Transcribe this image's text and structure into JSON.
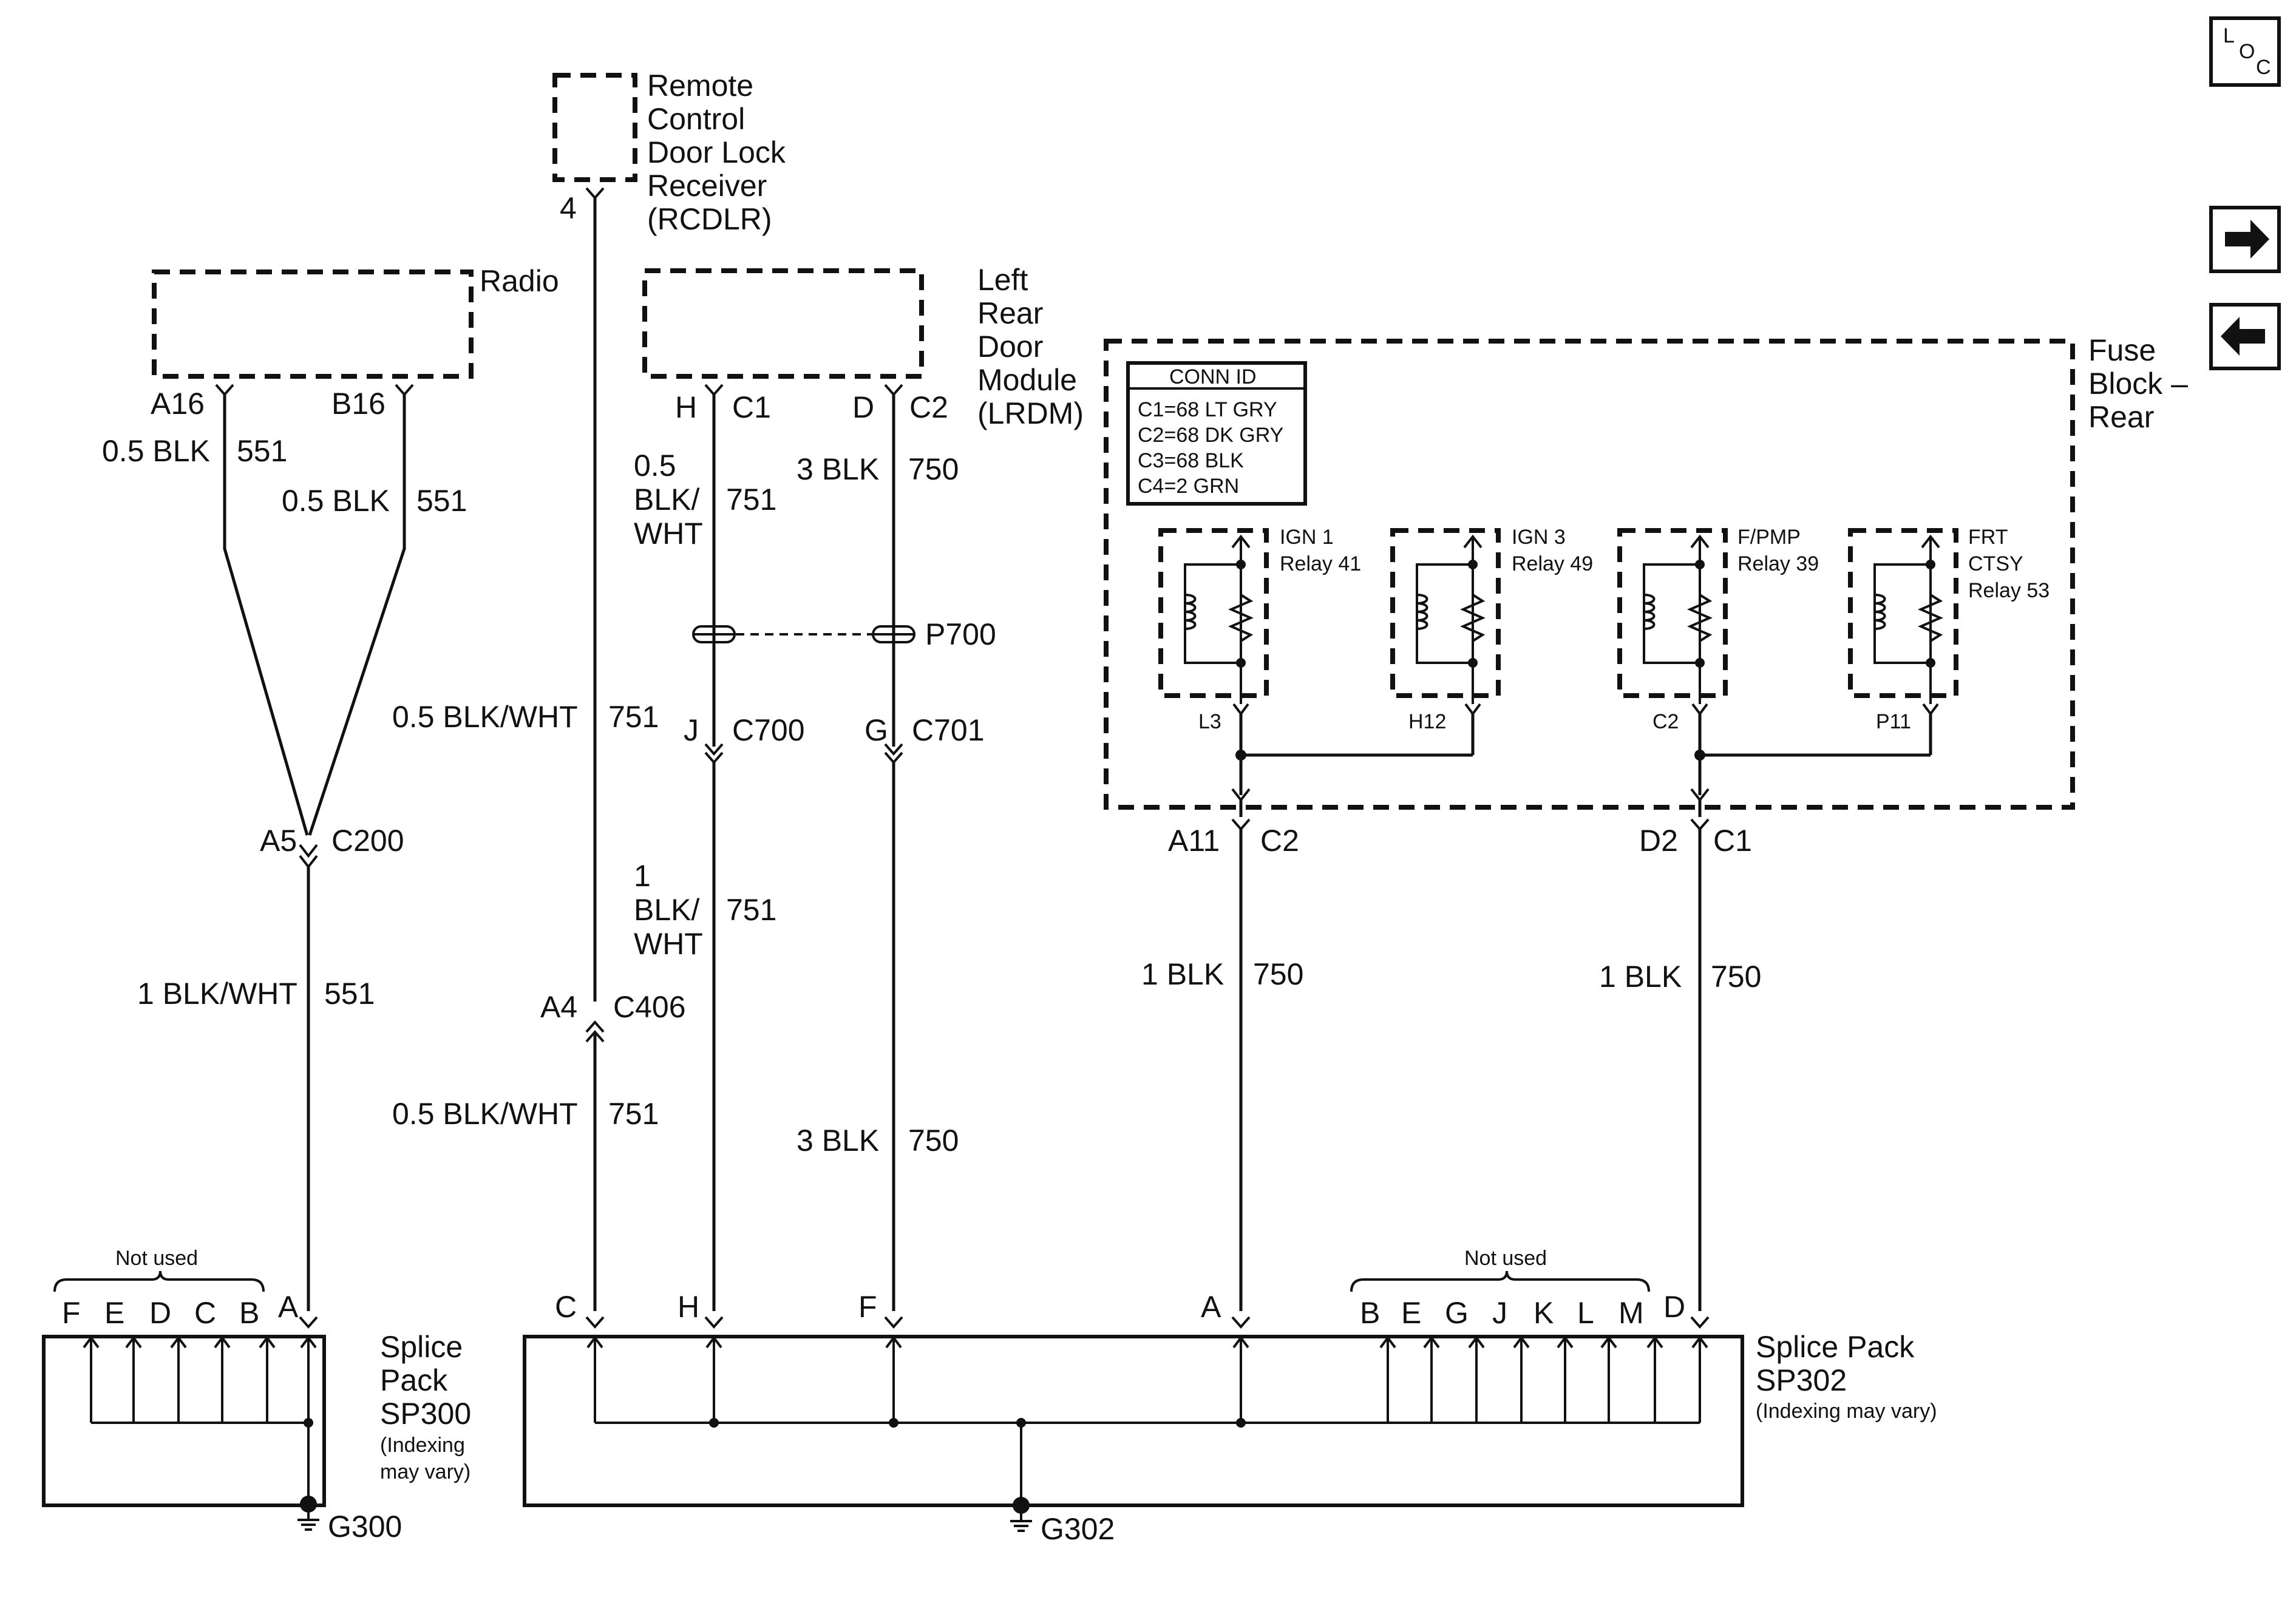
{
  "nav": {
    "loc_icon": [
      "L",
      "O",
      "C"
    ],
    "next_icon": "arrow-right-icon",
    "prev_icon": "arrow-left-icon"
  },
  "components": {
    "rcdlr": [
      "Remote",
      "Control",
      "Door Lock",
      "Receiver",
      "(RCDLR)"
    ],
    "rcdlr_pin": "4",
    "radio": "Radio",
    "radio_pin_a": "A16",
    "radio_pin_b": "B16",
    "lrdm": [
      "Left",
      "Rear",
      "Door",
      "Module",
      "(LRDM)"
    ],
    "lrdm_h": "H",
    "lrdm_c1": "C1",
    "lrdm_d": "D",
    "lrdm_c2": "C2",
    "fuse_block": [
      "Fuse",
      "Block –",
      "Rear"
    ]
  },
  "conn_id": {
    "title": "CONN ID",
    "lines": [
      "C1=68 LT GRY",
      "C2=68 DK GRY",
      "C3=68 BLK",
      "C4=2 GRN"
    ]
  },
  "relays": [
    {
      "label": [
        "IGN 1",
        "Relay 41"
      ],
      "pin": "L3"
    },
    {
      "label": [
        "IGN 3",
        "Relay 49"
      ],
      "pin": "H12"
    },
    {
      "label": [
        "F/PMP",
        "Relay 39"
      ],
      "pin": "C2"
    },
    {
      "label": [
        "FRT",
        "CTSY",
        "Relay 53"
      ],
      "pin": "P11"
    }
  ],
  "wires": {
    "radio_a": {
      "size_color": "0.5 BLK",
      "circuit": "551"
    },
    "radio_b": {
      "size_color": "0.5 BLK",
      "circuit": "551"
    },
    "rcdlr_upper": {
      "size_color": "0.5 BLK/WHT",
      "circuit": "751"
    },
    "rcdlr_lower": {
      "size_color": "0.5 BLK/WHT",
      "circuit": "751"
    },
    "radio_lower": {
      "size_color": "1 BLK/WHT",
      "circuit": "551"
    },
    "lrdm_h_upper": {
      "size_color": [
        "0.5",
        "BLK/",
        "WHT"
      ],
      "circuit": "751"
    },
    "lrdm_h_lower": {
      "size_color": [
        "1",
        "BLK/",
        "WHT"
      ],
      "circuit": "751"
    },
    "lrdm_d_upper": {
      "size_color": "3 BLK",
      "circuit": "750"
    },
    "lrdm_d_lower": {
      "size_color": "3 BLK",
      "circuit": "750"
    },
    "fuse_a11": {
      "size_color": "1 BLK",
      "circuit": "750"
    },
    "fuse_d2": {
      "size_color": "1 BLK",
      "circuit": "750"
    }
  },
  "connectors": {
    "p700": "P700",
    "c700_pin": "J",
    "c700": "C700",
    "c701_pin": "G",
    "c701": "C701",
    "c200_pin": "A5",
    "c200": "C200",
    "c406_pin": "A4",
    "c406": "C406",
    "fuse_c2_pin": "A11",
    "fuse_c2": "C2",
    "fuse_c1_pin": "D2",
    "fuse_c1": "C1"
  },
  "splice_sp300": {
    "label": [
      "Splice",
      "Pack",
      "SP300"
    ],
    "note": [
      "(Indexing",
      "may vary)"
    ],
    "not_used": "Not used",
    "unused_pins": [
      "F",
      "E",
      "D",
      "C",
      "B"
    ],
    "used_pin": "A",
    "ground": "G300"
  },
  "splice_sp302": {
    "label": [
      "Splice Pack",
      "SP302"
    ],
    "note": "(Indexing may vary)",
    "used_pins_left": [
      "C",
      "H",
      "F",
      "A"
    ],
    "not_used": "Not used",
    "unused_pins": [
      "B",
      "E",
      "G",
      "J",
      "K",
      "L",
      "M"
    ],
    "used_pin_right": "D",
    "ground": "G302"
  }
}
